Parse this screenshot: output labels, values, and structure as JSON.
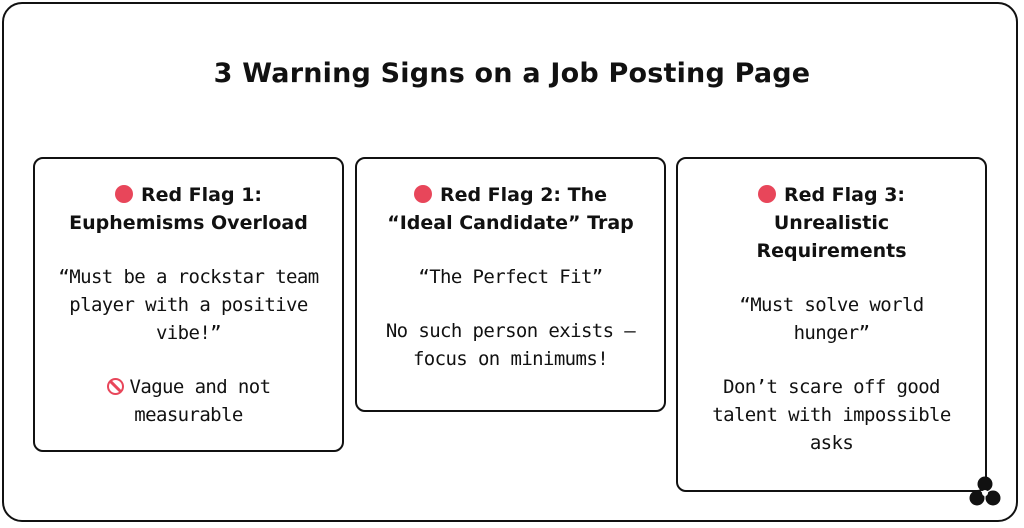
{
  "title": "3 Warning Signs on a Job Posting Page",
  "colors": {
    "accent": "#e8465a",
    "ink": "#111111",
    "background": "#ffffff"
  },
  "cards": [
    {
      "icon": "red-circle-icon",
      "heading": "Red Flag 1: Euphemisms Overload",
      "quote": "“Must be a rockstar team player with a positive vibe!”",
      "note_icon": "prohibited-icon",
      "note": "Vague and not measurable"
    },
    {
      "icon": "red-circle-icon",
      "heading": "Red Flag 2: The “Ideal Candidate” Trap",
      "quote": "“The Perfect Fit”",
      "note": "No such person exists — focus on minimums!"
    },
    {
      "icon": "red-circle-icon",
      "heading": "Red Flag 3: Unrealistic Requirements",
      "quote": "“Must solve world hunger”",
      "note": "Don’t scare off good talent with impossible asks"
    }
  ],
  "logo": "brand-logo-icon"
}
